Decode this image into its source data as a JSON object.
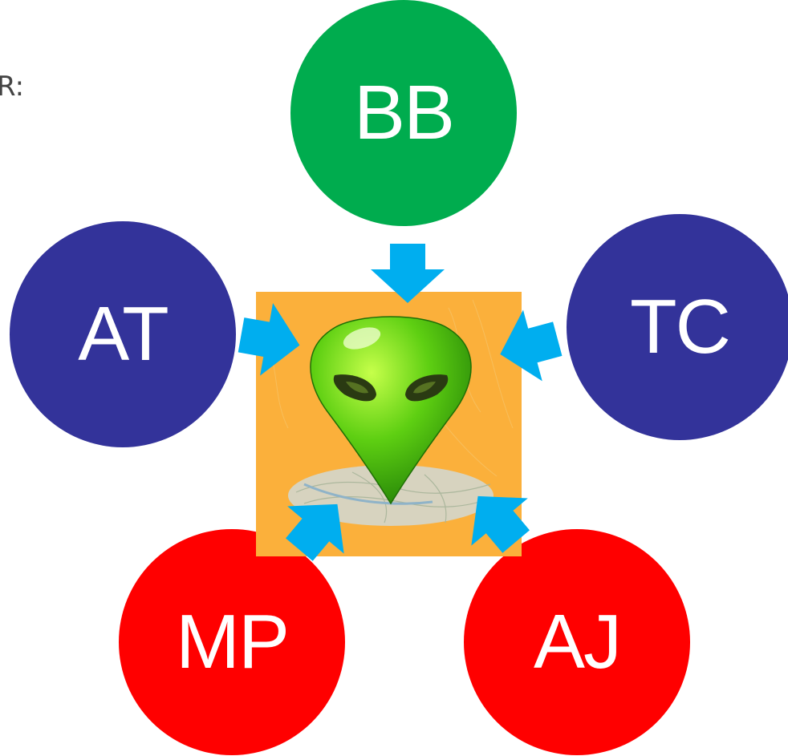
{
  "corner_label": "R:",
  "colors": {
    "green": "#00ac4e",
    "navy": "#33339a",
    "red": "#ff0000",
    "arrow": "#00aeef",
    "hub_bg": "#fbb03b",
    "alien": "#5ecf12"
  },
  "hub": {
    "icon": "alien-map-pin-icon"
  },
  "nodes": [
    {
      "id": "n-bb",
      "label": "BB",
      "color_key": "green"
    },
    {
      "id": "n-at",
      "label": "AT",
      "color_key": "navy"
    },
    {
      "id": "n-tc",
      "label": "TC",
      "color_key": "navy"
    },
    {
      "id": "n-mp",
      "label": "MP",
      "color_key": "red"
    },
    {
      "id": "n-aj",
      "label": "AJ",
      "color_key": "red"
    }
  ]
}
